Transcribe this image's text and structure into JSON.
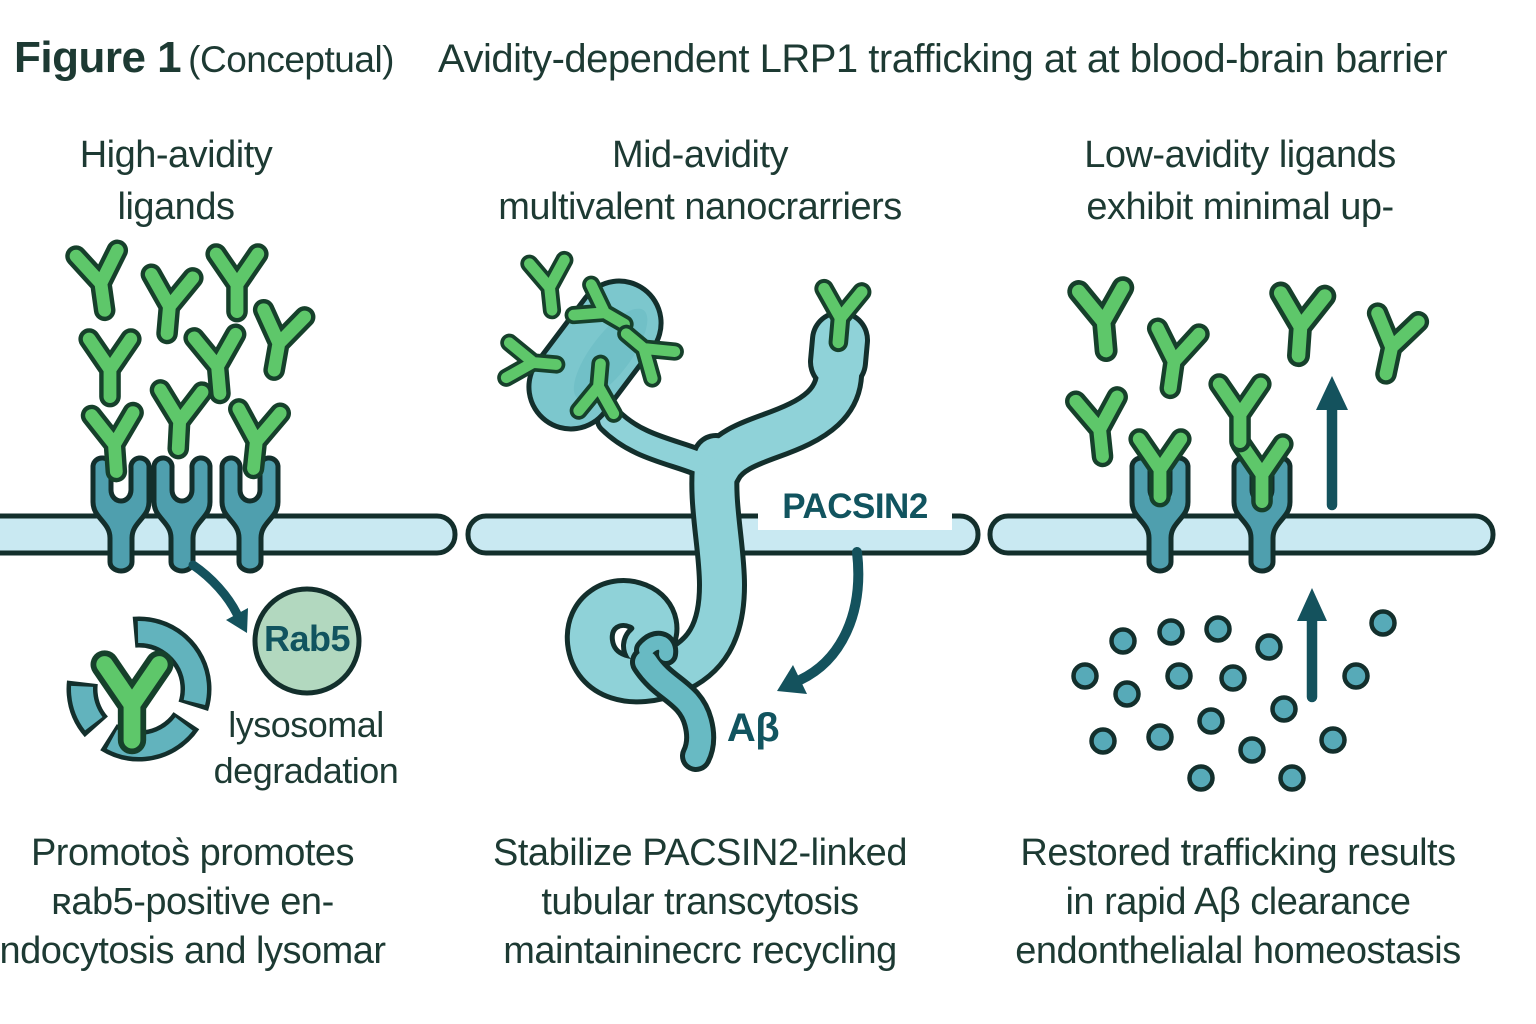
{
  "title": {
    "figure_label": "Figure 1",
    "qualifier": "(Conceptual)",
    "main": "Avidity-dependent LRP1 trafficking at at blood-brain barrier"
  },
  "panels": {
    "left": {
      "heading_line1": "High-avidity",
      "heading_line2": "ligands",
      "rab5_label": "Rab5",
      "lysosome_caption_line1": "lysosomal",
      "lysosome_caption_line2": "degradation",
      "caption_line1": "Promotos̀ promotes",
      "caption_line2": "ʀab5-positive en-",
      "caption_line3": "ndocytosis and lysomar"
    },
    "middle": {
      "heading_line1": "Mid-avidity",
      "heading_line2": "multivalent nanocrarriers",
      "pacsin2_label": "PACSIN2",
      "abeta_label": "Aβ",
      "caption_line1": "Stabilize PACSIN2-linked",
      "caption_line2": "tubular transcytosis",
      "caption_line3": "maintaininecrc recycling"
    },
    "right": {
      "heading_line1": "Low-avidity ligands",
      "heading_line2": "exhibit minimal up-",
      "caption_line1": "Restored trafficking results",
      "caption_line2": "in rapid Aβ clearance",
      "caption_line3": "endonthelialal homeostasis"
    }
  },
  "icons": {
    "ligand": "ligand-y-icon",
    "receptor": "lrp1-receptor-icon",
    "membrane": "cell-membrane",
    "nanocarrier": "nanocarrier-pill-icon",
    "endosome": "rab5-endosome-icon",
    "lysosome": "lysosome-ring-icon",
    "abeta_monomer": "abeta-dot-icon",
    "tubule": "tubular-carrier-icon",
    "arrows": [
      "endocytosis-curved-arrow-icon",
      "pacsin2-curved-arrow-icon",
      "recycling-up-arrow-icon",
      "clearance-up-arrow-icon"
    ]
  },
  "colors": {
    "text_dark": "#1d3a33",
    "label_teal": "#11545f",
    "membrane_fill": "#c9e9f2",
    "outline_dark": "#132f2c",
    "receptor_teal": "#4f9fae",
    "ligand_green": "#5ec76a",
    "y_outline": "#16402b",
    "tubule_fill": "#8fd2d8",
    "tubule_accent": "#68bac3",
    "pill_fill": "#7cc7cd",
    "dot_fill": "#57aab8",
    "arrow_teal": "#14525d",
    "lysosome_teal": "#62b3bd",
    "rab5_fill": "#b2d8bf"
  }
}
